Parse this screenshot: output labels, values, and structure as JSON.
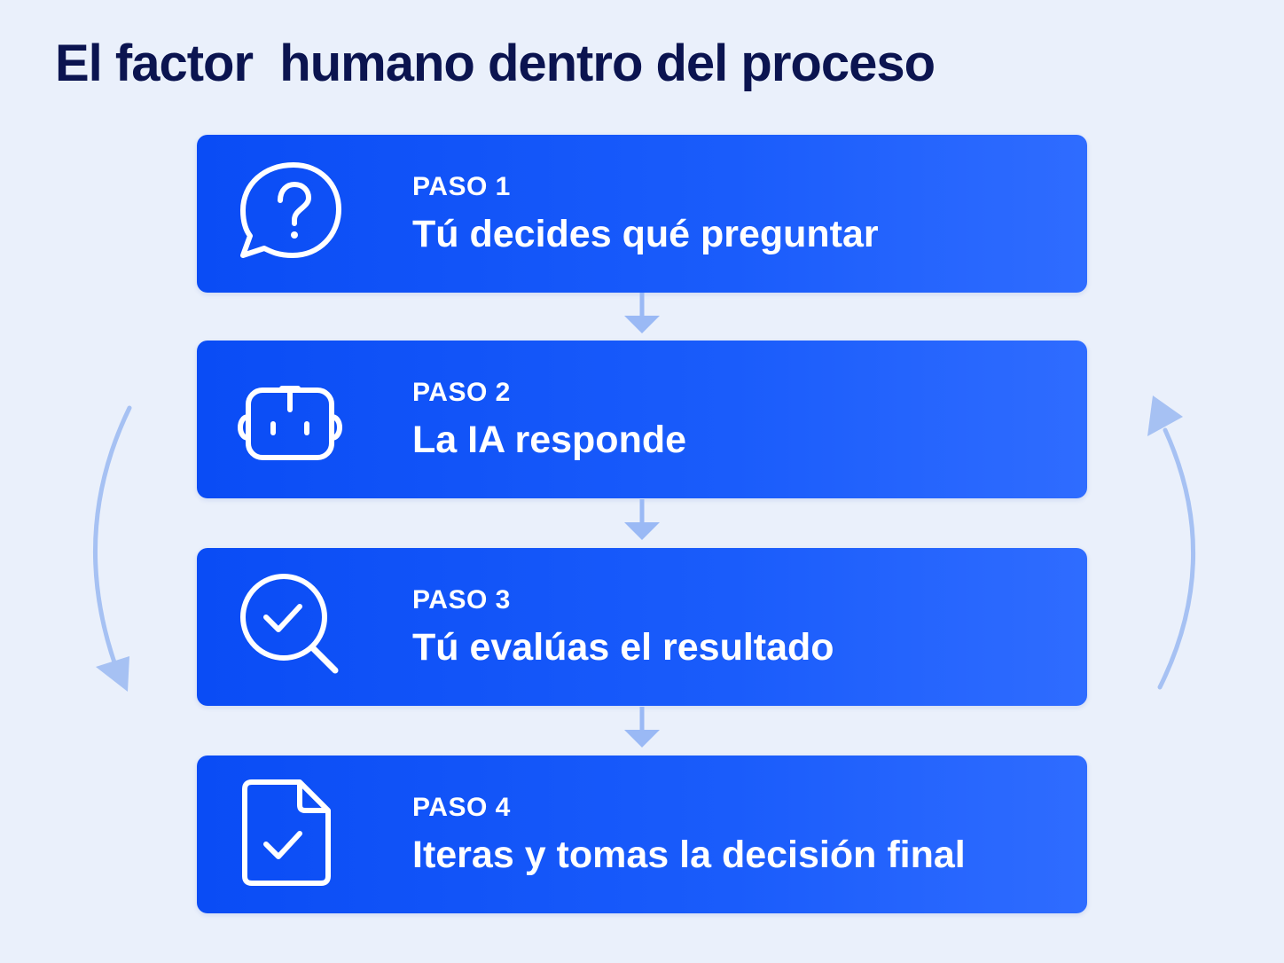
{
  "title": "El factor  humano dentro del proceso",
  "colors": {
    "background": "#eaf0fb",
    "title": "#0b1450",
    "card": "#0a4cf5",
    "arrow": "#9ab9f5"
  },
  "steps": [
    {
      "label": "PASO 1",
      "text": "Tú decides qué preguntar",
      "icon": "question-chat-icon"
    },
    {
      "label": "PASO 2",
      "text": "La IA responde",
      "icon": "robot-icon"
    },
    {
      "label": "PASO 3",
      "text": "Tú evalúas el resultado",
      "icon": "magnifier-check-icon"
    },
    {
      "label": "PASO 4",
      "text": "Iteras y tomas la decisión final",
      "icon": "document-check-icon"
    }
  ]
}
